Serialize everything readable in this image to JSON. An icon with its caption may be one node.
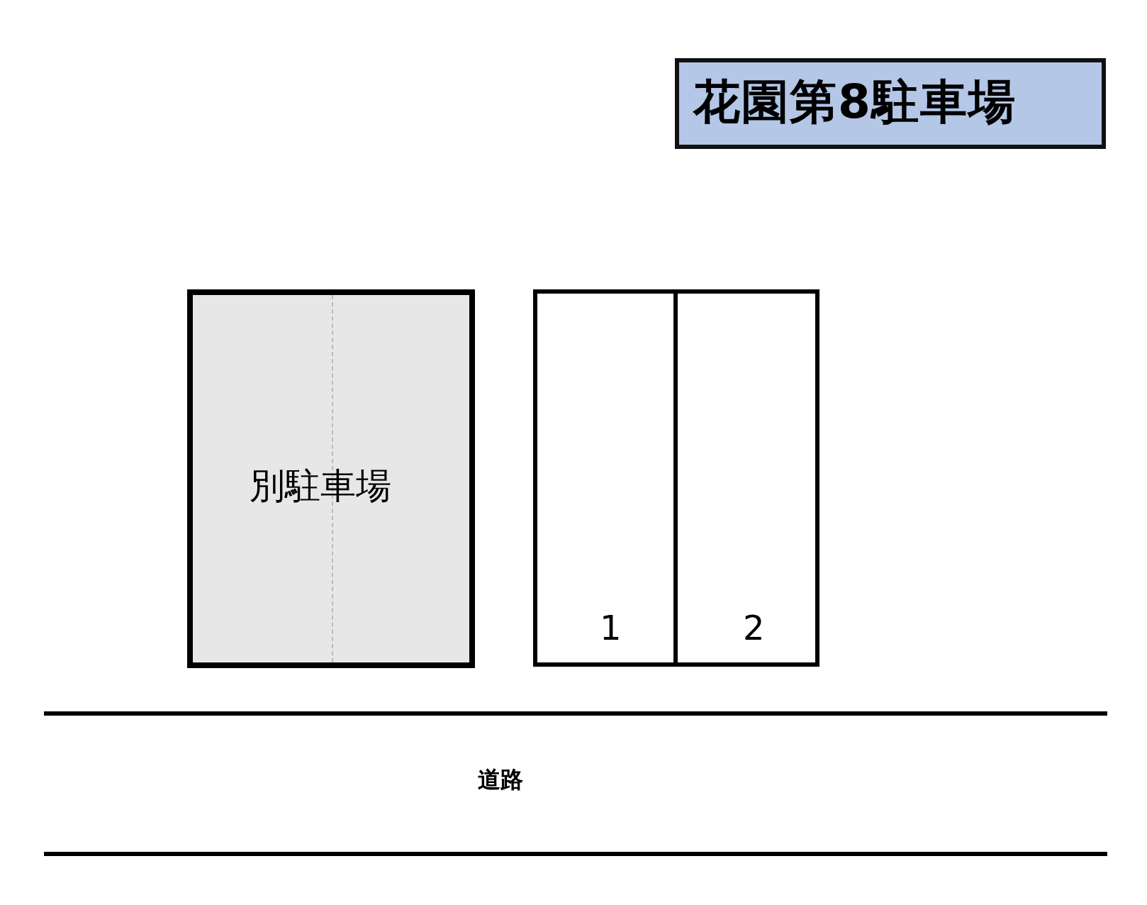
{
  "diagram": {
    "nodes": [
      {
        "text": [
          "花園第8駐車場"
        ]
      },
      {
        "text": [
          "別駐車場"
        ]
      },
      {
        "text": [
          "1"
        ]
      },
      {
        "text": [
          "2"
        ]
      }
    ],
    "labels": [
      "道路"
    ]
  }
}
